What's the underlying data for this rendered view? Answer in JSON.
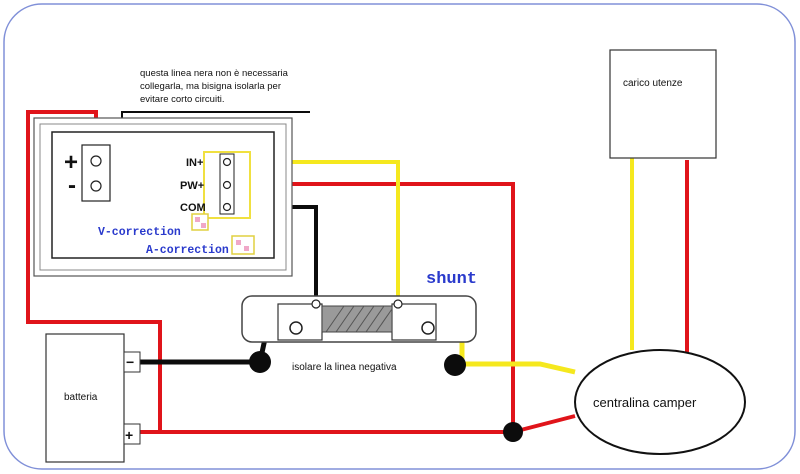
{
  "note": {
    "line1": "questa linea nera non è necessaria",
    "line2": "collegarla, ma bisigna isolarla per",
    "line3": "evitare corto circuiti."
  },
  "meter": {
    "plus": "+",
    "minus": "-",
    "in_plus": "IN+",
    "pw_plus": "PW+",
    "com": "COM",
    "v_correction": "V-correction",
    "a_correction": "A-correction"
  },
  "shunt": {
    "label": "shunt"
  },
  "isolate_label": "isolare la linea negativa",
  "battery": {
    "label": "batteria",
    "minus": "−",
    "plus": "+"
  },
  "load": {
    "label": "carico  utenze"
  },
  "camper": {
    "label": "centralina camper"
  },
  "colors": {
    "red": "#e0141a",
    "yellow": "#f5e81e",
    "black": "#0c0c0c",
    "pink": "#f0a8c8",
    "frame_blue": "#8090d8",
    "shunt_blue": "#2a3acc"
  }
}
